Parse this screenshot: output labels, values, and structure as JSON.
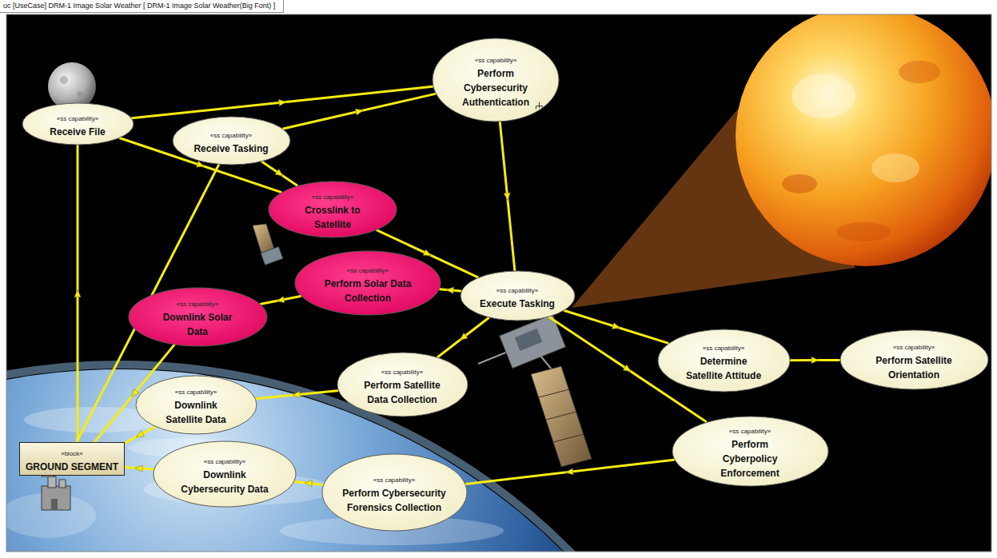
{
  "diagram": {
    "title": "uc [UseCase] DRM-1 Image Solar Weather [ DRM-1 Image Solar Weather(Big Font) ]",
    "nodes": [
      {
        "text": [
          "«ss capability»",
          "Receive File"
        ]
      },
      {
        "text": [
          "«ss capability»",
          "Perform Cybersecurity Authentication"
        ]
      },
      {
        "text": [
          "«ss capability»",
          "Receive Tasking"
        ]
      },
      {
        "text": [
          "«ss capability»",
          "Crosslink to Satellite"
        ]
      },
      {
        "text": [
          "«ss capability»",
          "Perform Solar Data Collection"
        ]
      },
      {
        "text": [
          "«ss capability»",
          "Execute Tasking"
        ]
      },
      {
        "text": [
          "«ss capability»",
          "Downlink Solar Data"
        ]
      },
      {
        "text": [
          "«ss capability»",
          "Perform Satellite Data Collection"
        ]
      },
      {
        "text": [
          "«ss capability»",
          "Determine Satellite Attitude"
        ]
      },
      {
        "text": [
          "«ss capability»",
          "Perform Satellite Orientation"
        ]
      },
      {
        "text": [
          "«ss capability»",
          "Downlink Satellite Data"
        ]
      },
      {
        "text": [
          "«block»",
          "GROUND SEGMENT"
        ]
      },
      {
        "text": [
          "«ss capability»",
          "Downlink Cybersecurity Data"
        ]
      },
      {
        "text": [
          "«ss capability»",
          "Perform Cybersecurity Forensics Collection"
        ]
      },
      {
        "text": [
          "«ss capability»",
          "Perform Cyberpolicy Enforcement"
        ]
      }
    ],
    "edges": [
      {
        "from": 0,
        "to": 1,
        "arrow": "to"
      },
      {
        "from": 2,
        "to": 1,
        "arrow": "to"
      },
      {
        "from": 1,
        "to": 5,
        "arrow": "to"
      },
      {
        "from": 0,
        "to": 3,
        "arrow": "to"
      },
      {
        "from": 2,
        "to": 3,
        "arrow": "to"
      },
      {
        "from": 3,
        "to": 5,
        "arrow": "to"
      },
      {
        "from": 5,
        "to": 4,
        "arrow": "to"
      },
      {
        "from": 4,
        "to": 6,
        "arrow": "to"
      },
      {
        "from": 11,
        "to": 0,
        "arrow": "to"
      },
      {
        "from": 11,
        "to": 2,
        "arrow": "to"
      },
      {
        "from": 6,
        "to": 11,
        "arrow": "to"
      },
      {
        "from": 5,
        "to": 7,
        "arrow": "to"
      },
      {
        "from": 7,
        "to": 10,
        "arrow": "to"
      },
      {
        "from": 10,
        "to": 11,
        "arrow": "to"
      },
      {
        "from": 5,
        "to": 8,
        "arrow": "to"
      },
      {
        "from": 8,
        "to": 9,
        "arrow": "to"
      },
      {
        "from": 5,
        "to": 14,
        "arrow": "to"
      },
      {
        "from": 14,
        "to": 13,
        "arrow": "to"
      },
      {
        "from": 13,
        "to": 12,
        "arrow": "to"
      },
      {
        "from": 12,
        "to": 11,
        "arrow": "to"
      }
    ]
  }
}
